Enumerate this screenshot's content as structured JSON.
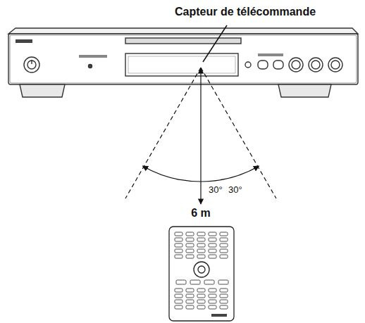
{
  "diagram": {
    "labels": [
      "Capteur de télécommande",
      "30°",
      "30°",
      "6 m"
    ]
  }
}
